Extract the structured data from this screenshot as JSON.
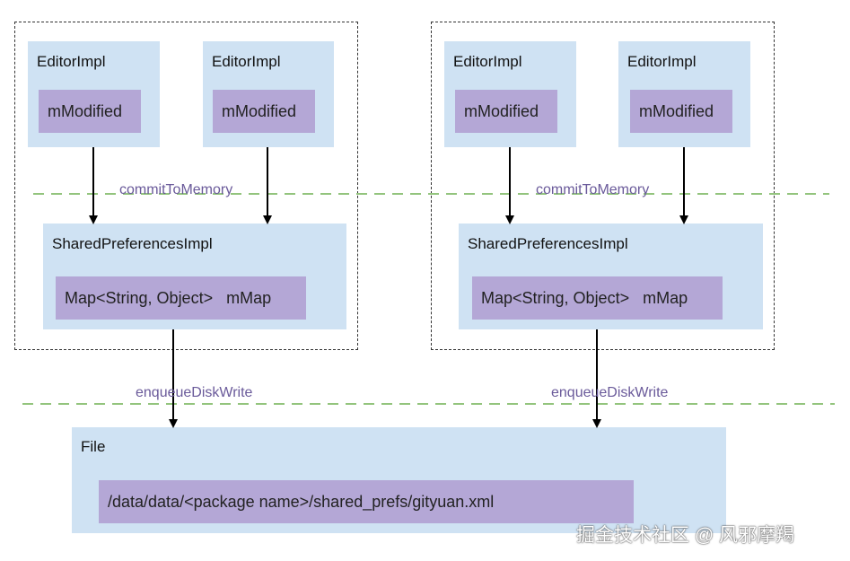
{
  "processes": [
    {
      "editors": [
        {
          "title": "EditorImpl",
          "field": "mModified"
        },
        {
          "title": "EditorImpl",
          "field": "mModified"
        }
      ],
      "commit_label": "commitToMemory",
      "prefs": {
        "title": "SharedPreferencesImpl",
        "field": "Map<String, Object>   mMap"
      },
      "write_label": "enqueueDiskWrite"
    },
    {
      "editors": [
        {
          "title": "EditorImpl",
          "field": "mModified"
        },
        {
          "title": "EditorImpl",
          "field": "mModified"
        }
      ],
      "commit_label": "commitToMemory",
      "prefs": {
        "title": "SharedPreferencesImpl",
        "field": "Map<String, Object>   mMap"
      },
      "write_label": "enqueueDiskWrite"
    }
  ],
  "file": {
    "title": "File",
    "path": "/data/data/<package name>/shared_prefs/gityuan.xml"
  },
  "watermark": "掘金技术社区 @ 风邪摩羯",
  "colors": {
    "box_blue": "#cfe2f3",
    "field_purple": "#b4a7d6",
    "dashed_green": "#93c47d",
    "label_purple": "#6a5a9a"
  }
}
